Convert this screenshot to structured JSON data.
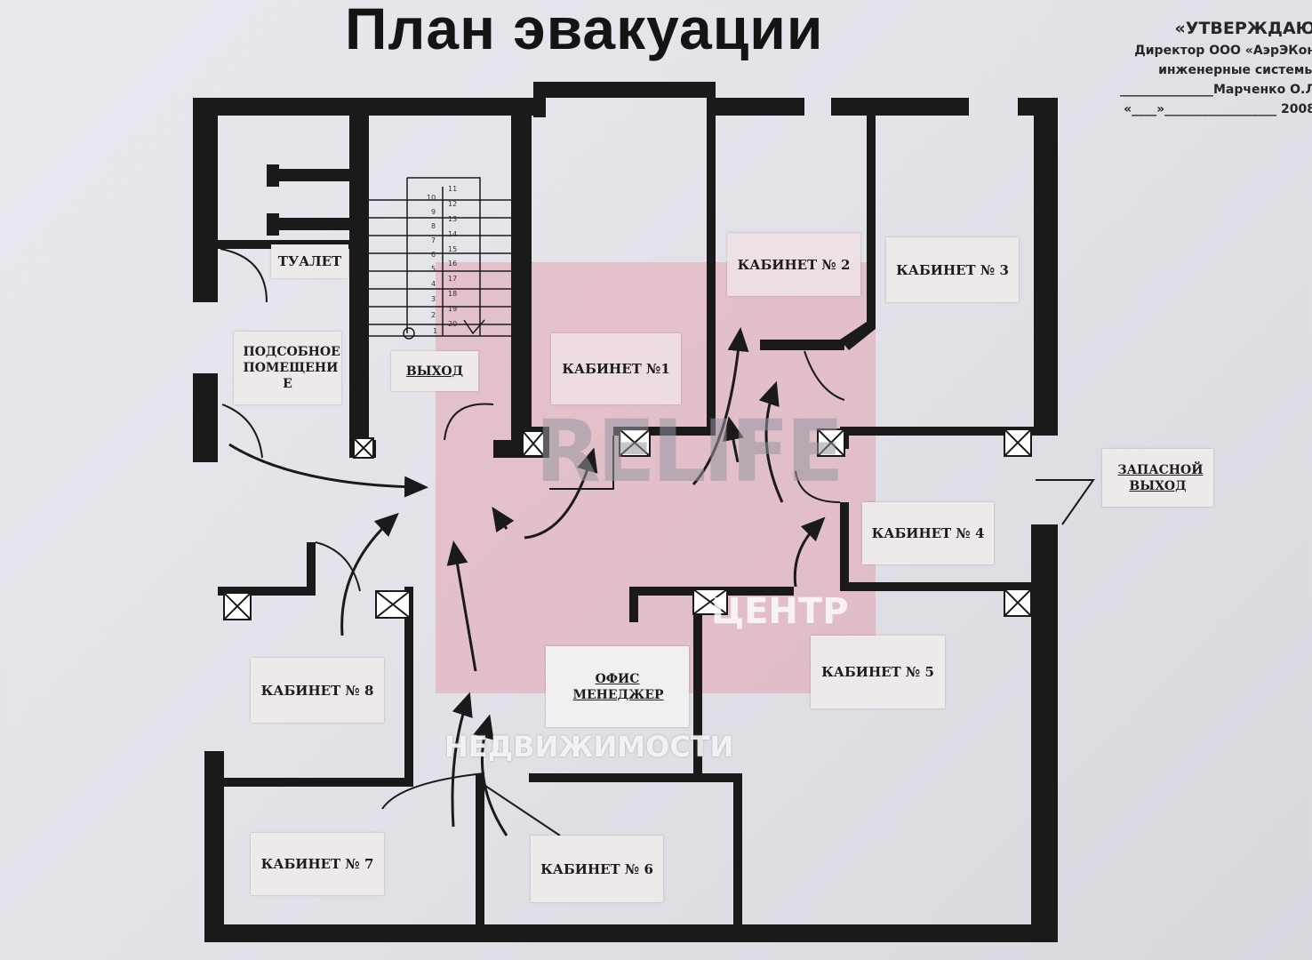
{
  "title": "План эвакуации",
  "approval": {
    "heading": "«УТВЕРЖДАЮ",
    "line1": "Директор ООО «АэрЭКон",
    "line2": "инженерные системы",
    "line3": "_______________Марченко О.Л",
    "line4": "«____»__________________ 2008"
  },
  "rooms": {
    "toilet": "ТУАЛЕТ",
    "utility": "ПОДСОБНОЕ ПОМЕЩЕНИ Е",
    "exit": "ВЫХОД",
    "office1": "КАБИНЕТ №1",
    "office2": "КАБИНЕТ № 2",
    "office3": "КАБИНЕТ № 3",
    "emergency_exit": "ЗАПАСНОЙ ВЫХОД",
    "office4": "КАБИНЕТ № 4",
    "office5": "КАБИНЕТ № 5",
    "manager_office": "ОФИС МЕНЕДЖЕР",
    "office8": "КАБИНЕТ № 8",
    "office7": "КАБИНЕТ № 7",
    "office6": "КАБИНЕТ № 6"
  },
  "stairs": {
    "left": [
      "1",
      "2",
      "3",
      "4",
      "5",
      "6",
      "7",
      "8",
      "9",
      "10"
    ],
    "right": [
      "20",
      "19",
      "18",
      "17",
      "16",
      "15",
      "14",
      "13",
      "12",
      "11"
    ]
  },
  "watermark": {
    "brand": "RELIFE",
    "line1": "ЦЕНТР",
    "line2": "НЕДВИЖИМОСТИ"
  },
  "colors": {
    "wall": "#1a1a1a",
    "paper": "#e6e5ec",
    "watermark": "#d98a94"
  }
}
